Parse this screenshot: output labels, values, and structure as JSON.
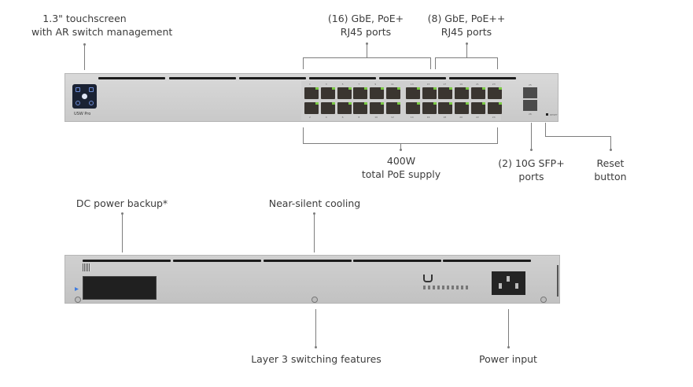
{
  "front_callouts": {
    "touchscreen": [
      "1.3\" touchscreen",
      "with AR switch management"
    ],
    "poe_plus_ports": [
      "(16) GbE, PoE+",
      "RJ45 ports"
    ],
    "poe_plusplus_ports": [
      "(8) GbE, PoE++",
      "RJ45 ports"
    ],
    "poe_supply": [
      "400W",
      "total PoE supply"
    ],
    "sfp_ports": [
      "(2) 10G SFP+",
      "ports"
    ],
    "reset_button": [
      "Reset",
      "button"
    ]
  },
  "rear_callouts": {
    "dc_backup": "DC power backup*",
    "cooling": "Near-silent cooling",
    "layer3": "Layer 3 switching features",
    "power_input": "Power input"
  },
  "front_panel": {
    "model_label": "USW Pro",
    "reset_label": "RESET",
    "top_port_labels": [
      "1",
      "3",
      "5",
      "7",
      "9",
      "11",
      "13",
      "15",
      "17",
      "19",
      "21",
      "23"
    ],
    "bottom_port_labels": [
      "2",
      "4",
      "6",
      "8",
      "10",
      "12",
      "14",
      "16",
      "18",
      "20",
      "22",
      "24"
    ],
    "sfp_labels": [
      "25",
      "26"
    ]
  },
  "rear_panel": {
    "icons": [
      "qr-code",
      "ubiquiti-logo",
      "certification-marks",
      "iec-c14-inlet"
    ]
  }
}
